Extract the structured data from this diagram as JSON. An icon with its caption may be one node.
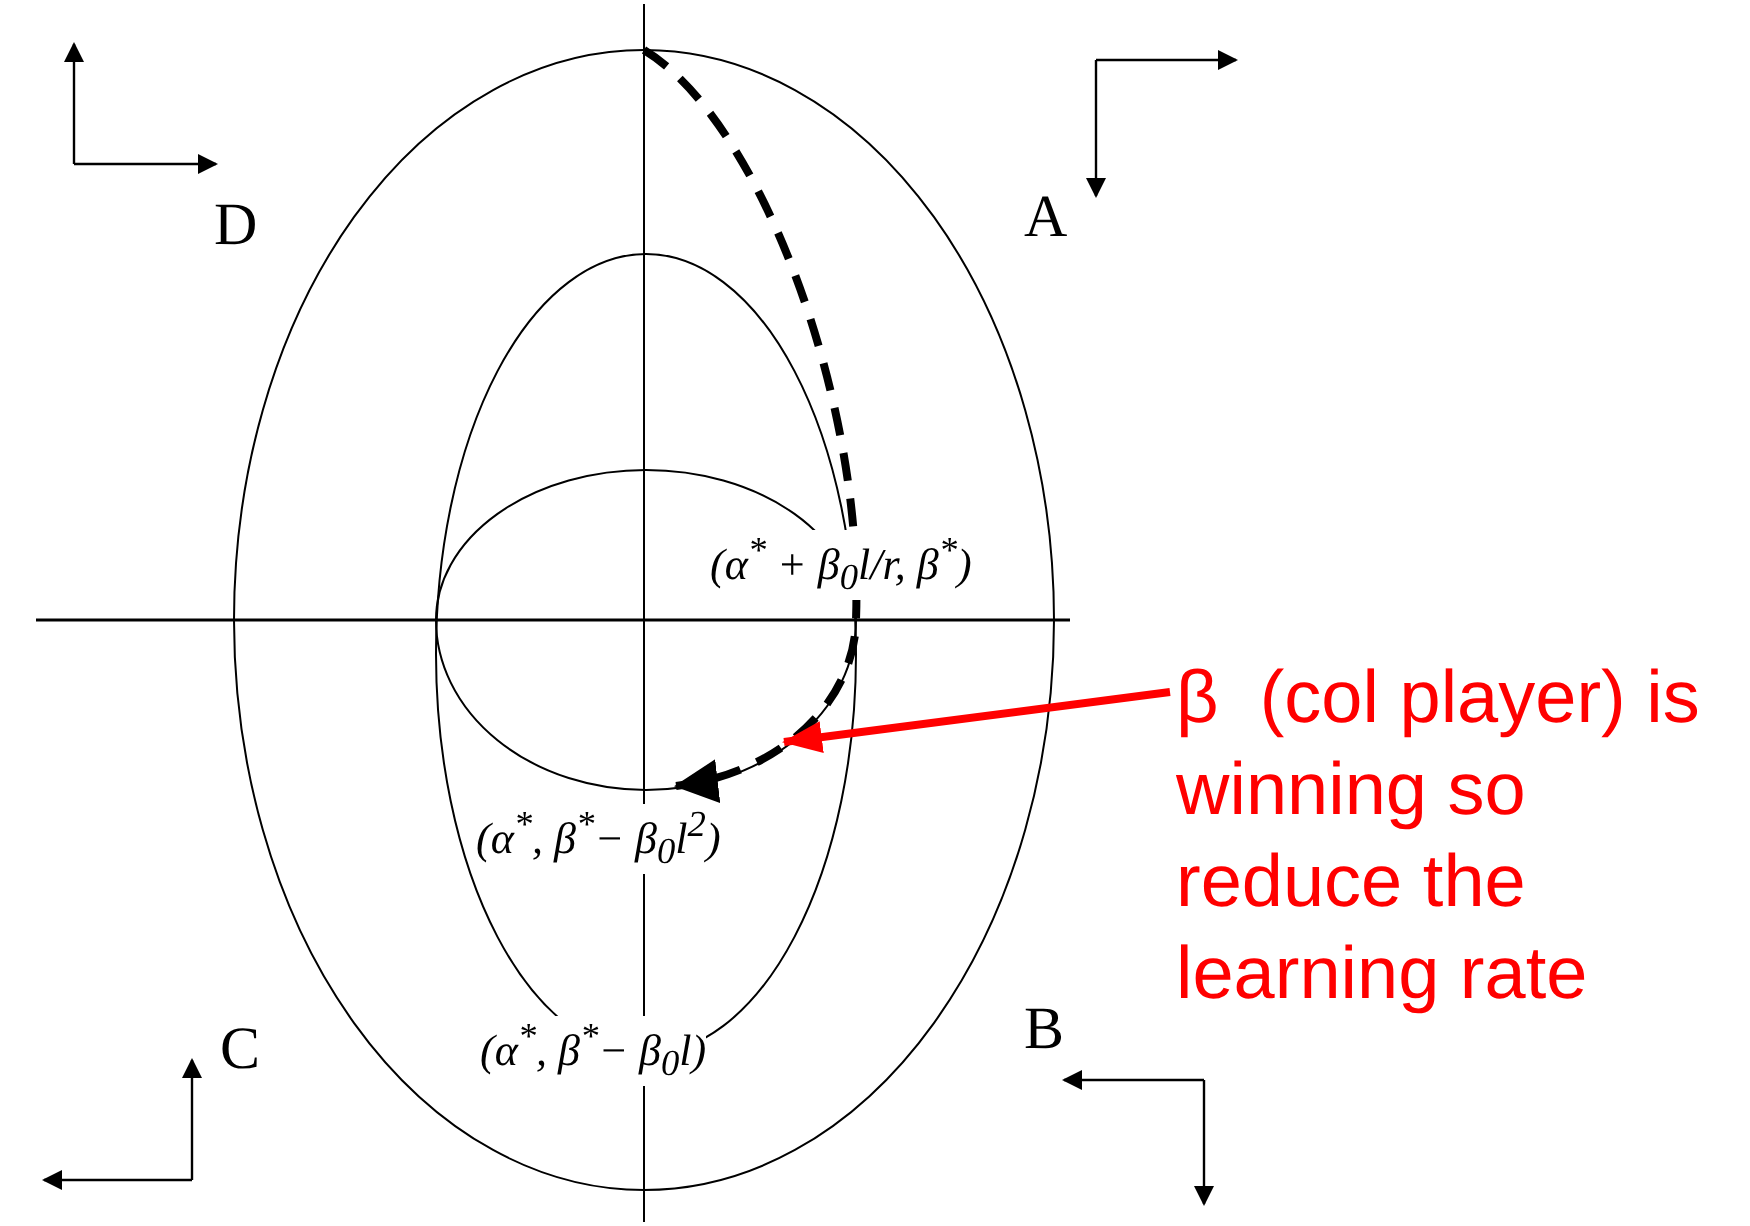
{
  "diagram": {
    "nodes": [
      {
        "text": [
          "β  (col player) is winning so reduce the learning rate"
        ]
      },
      {
        "text": [],
        "shape": "picture"
      }
    ],
    "edges": [
      {
        "from": 0,
        "to": 1,
        "arrow": "to",
        "color": "#ff0000"
      }
    ],
    "labels": [
      "D",
      "A",
      "(α$^{*}$ + β$_{0}$l/r, β$^{*}$)",
      "(α$^{*}$, β$^{*}$− β$_{0}$l$^{2}$)",
      "C",
      "(α$^{*}$, β$^{*}$− β$_{0}$l)",
      "B"
    ]
  }
}
